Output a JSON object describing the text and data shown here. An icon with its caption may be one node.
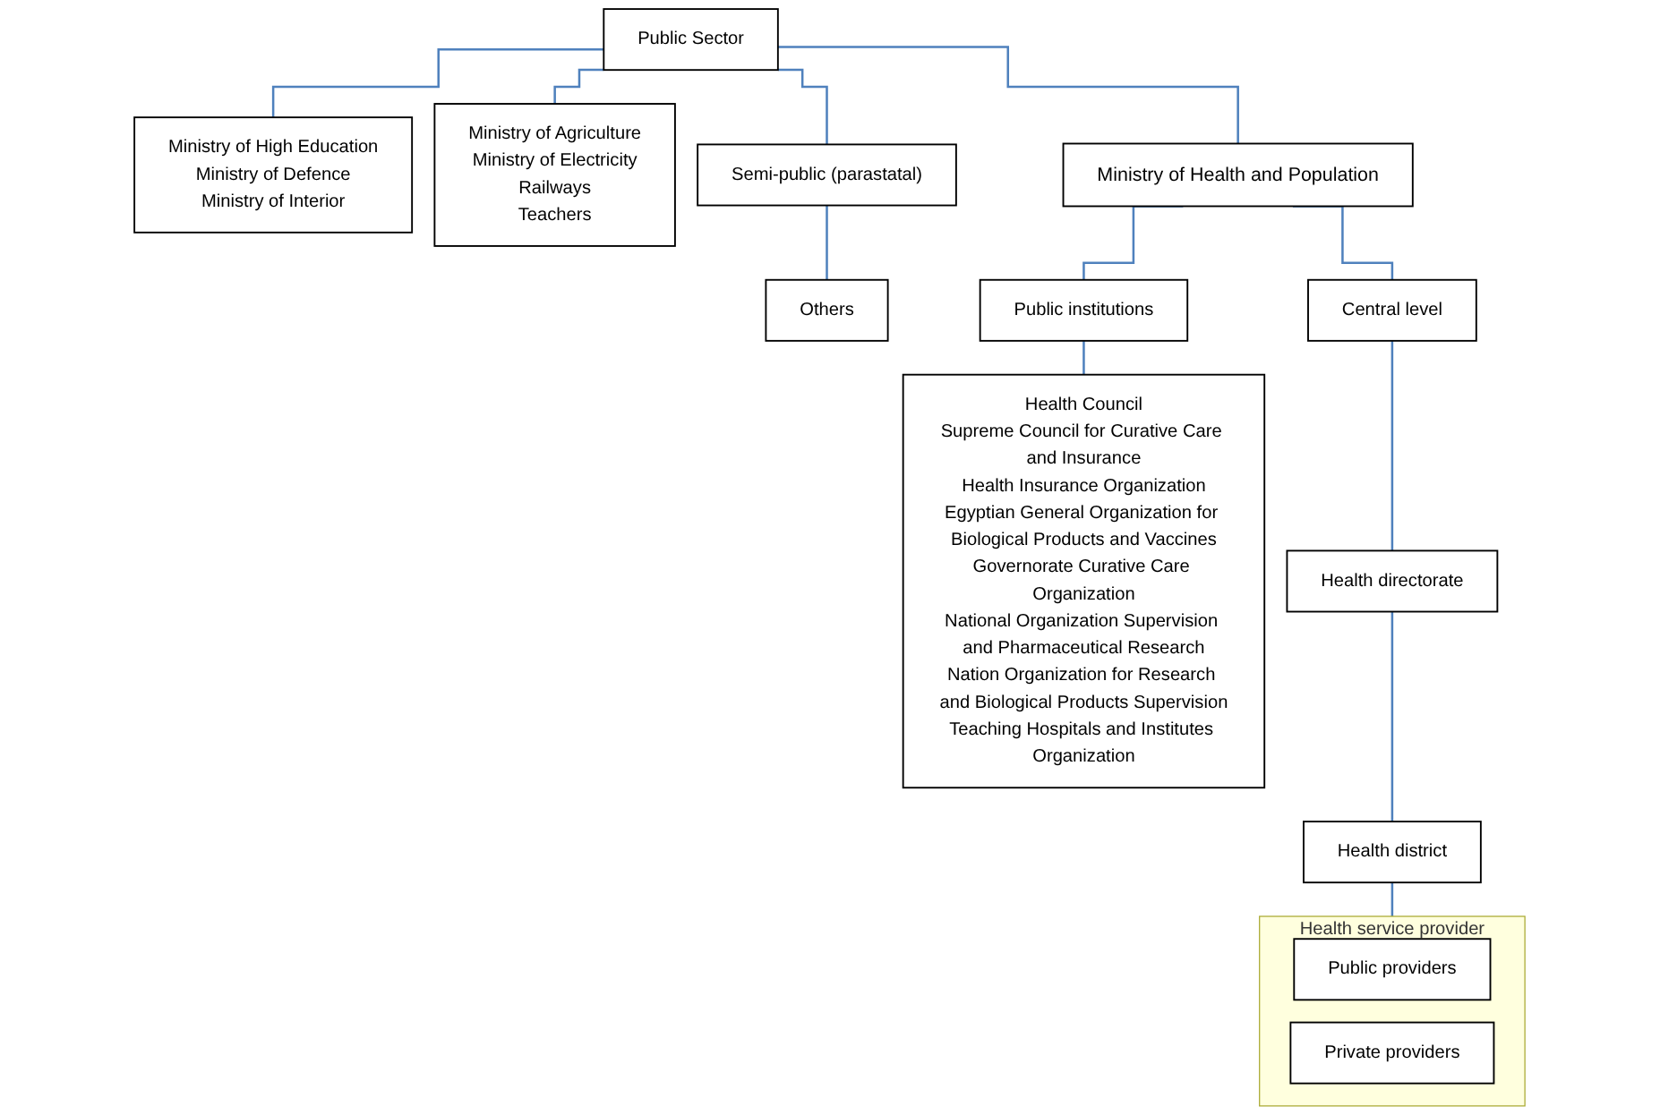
{
  "diagram": {
    "nodes": [
      {
        "text": [
          "Public Sector"
        ]
      },
      {
        "text": [
          "Ministry of High Education",
          "Ministry of Defence",
          "Ministry of Interior"
        ]
      },
      {
        "text": [
          "Ministry of Agriculture",
          "Ministry of Electricity",
          "Railways",
          "Teachers"
        ]
      },
      {
        "text": [
          "Semi-public (parastatal)"
        ]
      },
      {
        "text": [
          "Others"
        ]
      },
      {
        "text": [
          "Ministry of Health and Population"
        ]
      },
      {
        "text": [
          "Public institutions"
        ]
      },
      {
        "text": [
          "Health Council",
          "Supreme Council for Curative Care and Insurance",
          "Health Insurance Organization",
          "Egyptian General Organization for Biological Products and Vaccines",
          "Governorate Curative Care Organization",
          "National Organization Supervision and Pharmaceutical Research",
          "Nation Organization for Research and Biological Products Supervision",
          "Teaching Hospitals and Institutes Organization"
        ]
      },
      {
        "text": [
          "Central level"
        ]
      },
      {
        "text": [
          "Health directorate"
        ]
      },
      {
        "text": [
          "Health district"
        ]
      },
      {
        "text": [
          "Health service provider"
        ]
      },
      {
        "text": [
          "Public providers"
        ],
        "in": 11
      },
      {
        "text": [
          "Private providers"
        ],
        "in": 11
      }
    ],
    "edges": [
      {
        "from": 0,
        "to": 1,
        "arrow": "none"
      },
      {
        "from": 0,
        "to": 2,
        "arrow": "none"
      },
      {
        "from": 0,
        "to": 5,
        "arrow": "none"
      },
      {
        "from": 0,
        "to": 3,
        "arrow": "none"
      },
      {
        "from": 3,
        "to": 4,
        "arrow": "none"
      },
      {
        "from": 5,
        "to": 6,
        "arrow": "none"
      },
      {
        "from": 5,
        "to": 8,
        "arrow": "none"
      },
      {
        "from": 6,
        "to": 7,
        "arrow": "none"
      },
      {
        "from": 8,
        "to": 9,
        "arrow": "none"
      },
      {
        "from": 9,
        "to": 10,
        "arrow": "none"
      },
      {
        "from": 10,
        "to": 11,
        "arrow": "none"
      }
    ]
  }
}
